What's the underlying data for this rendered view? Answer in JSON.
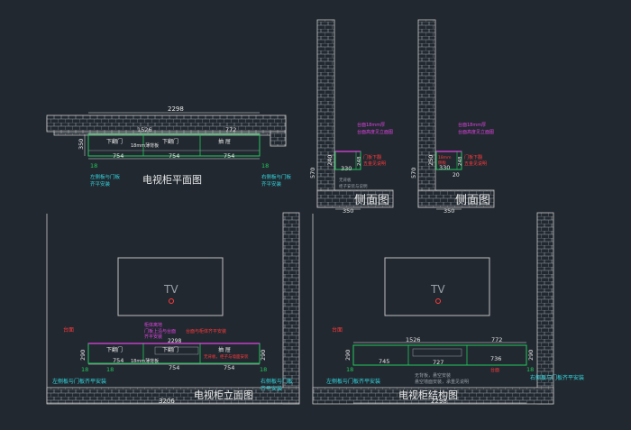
{
  "colors": {
    "background": "#212830",
    "wall": "#c8c8c8",
    "cabinet": "#22c75b",
    "dimension": "#e8e8e8",
    "annotation_cyan": "#34d9e0",
    "annotation_magenta": "#e244e2",
    "annotation_red": "#ff3b3b",
    "tv_marker": "#ff3b3b",
    "tv_frame": "#bfbfbf"
  },
  "plan_view": {
    "title": "电视柜平面图",
    "dim_total": "2298",
    "dim_mid": "1526",
    "dim_right": "772",
    "dim_depth": "350",
    "dim_left_gap": "18",
    "dim_right_gap": "18",
    "seg_1": "754",
    "seg_2": "754",
    "seg_3": "754",
    "door_1": "下翻门",
    "door_2": "下翻门",
    "drawer": "抽  屉",
    "shelf_label": "18mm薄背板",
    "note_left": "左侧板与门板",
    "note_left_2": "齐平安装",
    "note_right": "右侧板与门板",
    "note_right_2": "齐平安装"
  },
  "side_view_1": {
    "title": "侧面图",
    "dim_width": "350",
    "dim_inner": "330",
    "dim_height": "570",
    "dim_cab_h": "240",
    "dim_inner_h": "248",
    "note_top": "台面18mm厚",
    "note_top_2": "台面高度见立面图",
    "note_door": "门板下翻",
    "note_door_2": "五金见说明",
    "note_body": "无背板",
    "note_body_2": "柜子安装与说明"
  },
  "side_view_2": {
    "title": "侧面图",
    "dim_width": "350",
    "dim_inner": "330",
    "dim_height": "570",
    "dim_cab_h": "250",
    "dim_inner_h": "248",
    "dim_gap": "20",
    "note_top": "台面18mm厚",
    "note_top_2": "台面高度见立面图",
    "note_door": "门板下翻",
    "note_door_2": "五金见说明",
    "note_side": "18mm",
    "note_side_2": "侧板"
  },
  "elevation_view": {
    "title": "电视柜立面图",
    "tv_label": "TV",
    "dim_total": "3206",
    "dim_height": "290",
    "dim_right_h": "290",
    "dim_left_gap": "18",
    "dim_right_gap": "18",
    "dim_mid_gap": "18",
    "seg_1": "754",
    "seg_2": "754",
    "seg_3": "754",
    "door_1": "下翻门",
    "door_2": "下翻门",
    "drawer": "抽  屉",
    "shelf_label": "18mm薄背板",
    "dim_inner": "2298",
    "note_top": "柜体离地",
    "note_magenta": "门板上沿与台面",
    "note_magenta_2": "齐平安装",
    "note_red": "台面与柜体齐平安装",
    "note_red_2": "无背板，柜子与墙面安装",
    "note_left": "左侧板与门板齐平安装",
    "note_right": "右侧板与门板",
    "note_right_2": "齐平安装",
    "note_red_left": "台面"
  },
  "structure_view": {
    "title": "电视柜结构图",
    "tv_label": "TV",
    "dim_total": "2298",
    "dim_mid": "1526",
    "dim_right": "772",
    "dim_left_h": "290",
    "dim_right_h": "290",
    "seg_1": "745",
    "seg_2": "727",
    "seg_3": "736",
    "dim_left_gap": "18",
    "dim_right_gap": "18",
    "note_left": "左侧板与门板齐平安装",
    "note_right": "右侧板与门板齐平安装",
    "note_body": "无背板，悬空安装",
    "note_body_2": "悬空墙面安装，承重见说明",
    "note_red": "台面",
    "note_red_2": "台面"
  }
}
